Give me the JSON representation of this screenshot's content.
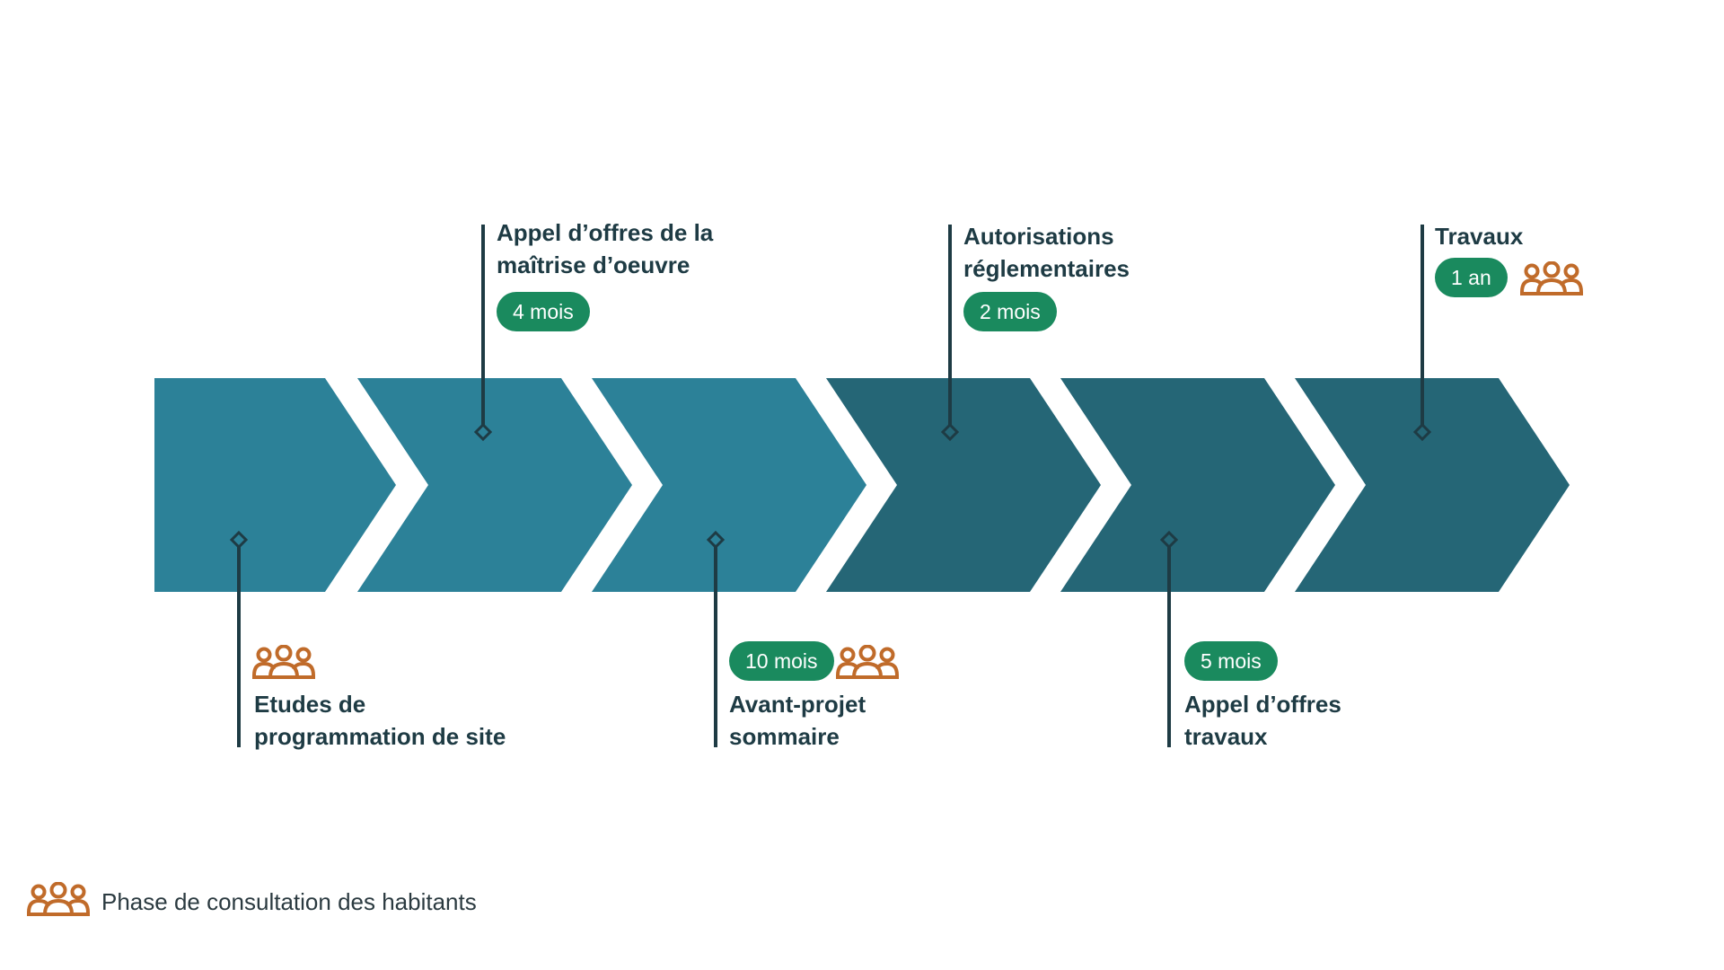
{
  "colors": {
    "chevron_light": "#2c8198",
    "chevron_dark": "#256676",
    "connector": "#1e3b44",
    "pill": "#1a8a5e",
    "people_icon": "#c06b2a",
    "text": "#1e3b44"
  },
  "steps": [
    {
      "label": "Etudes de\nprogrammation de site",
      "duration": null,
      "consultation": true,
      "position": "below"
    },
    {
      "label": "Appel d’offres de la\nmaîtrise d’oeuvre",
      "duration": "4 mois",
      "consultation": false,
      "position": "above"
    },
    {
      "label": "Avant-projet\nsommaire",
      "duration": "10 mois",
      "consultation": true,
      "position": "below"
    },
    {
      "label": "Autorisations\nréglementaires",
      "duration": "2 mois",
      "consultation": false,
      "position": "above"
    },
    {
      "label": "Appel d’offres\ntravaux",
      "duration": "5 mois",
      "consultation": false,
      "position": "below"
    },
    {
      "label": "Travaux",
      "duration": "1 an",
      "consultation": true,
      "position": "above"
    }
  ],
  "legend": {
    "icon": "people-group-icon",
    "text": "Phase de consultation des habitants"
  }
}
